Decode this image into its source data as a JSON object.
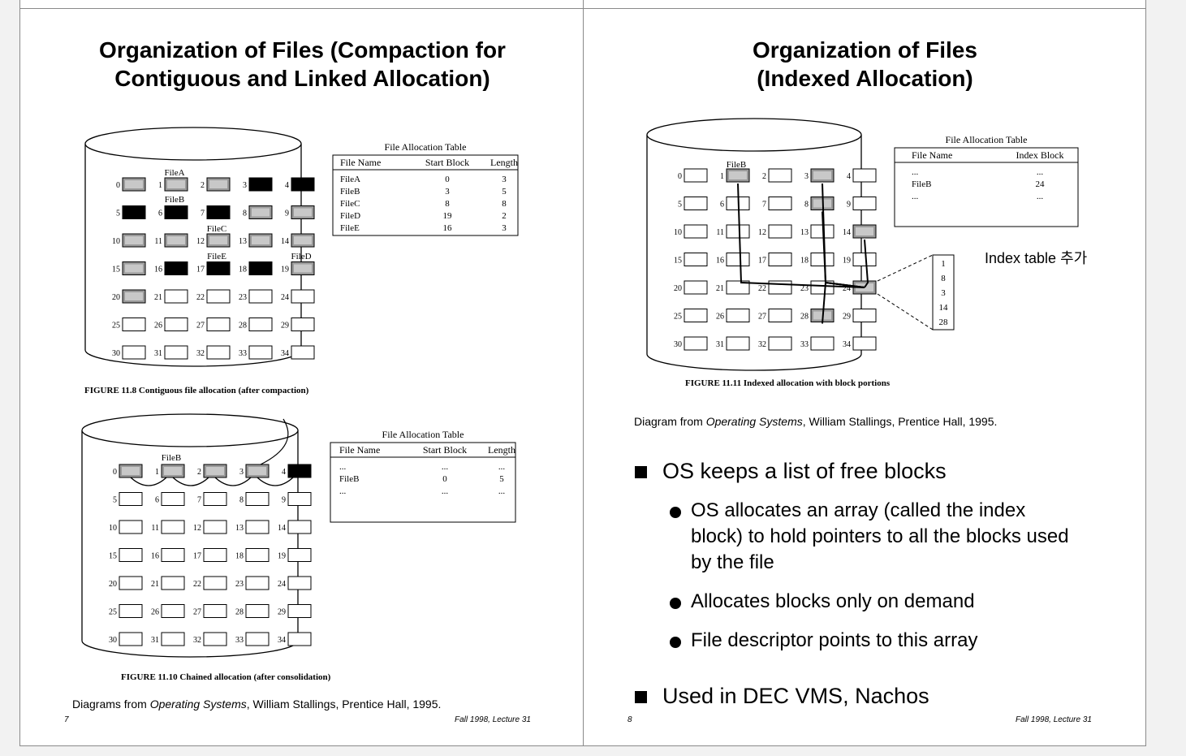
{
  "left_slide": {
    "title_line1": "Organization of Files (Compaction for",
    "title_line2": "Contiguous and Linked Allocation)",
    "fig1": {
      "caption": "FIGURE 11.8  Contiguous file allocation (after compaction)",
      "table_title": "File Allocation Table",
      "headers": [
        "File Name",
        "Start Block",
        "Length"
      ],
      "rows": [
        [
          "FileA",
          "0",
          "3"
        ],
        [
          "FileB",
          "3",
          "5"
        ],
        [
          "FileC",
          "8",
          "8"
        ],
        [
          "FileD",
          "19",
          "2"
        ],
        [
          "FileE",
          "16",
          "3"
        ]
      ],
      "labels": [
        "FileA",
        "FileB",
        "FileC",
        "FileE",
        "FileD"
      ]
    },
    "fig2": {
      "caption": "FIGURE 11.10  Chained allocation (after consolidation)",
      "table_title": "File Allocation Table",
      "headers": [
        "File Name",
        "Start Block",
        "Length"
      ],
      "rows": [
        [
          "...",
          "...",
          "..."
        ],
        [
          "FileB",
          "0",
          "5"
        ],
        [
          "...",
          "...",
          "..."
        ]
      ],
      "label": "FileB"
    },
    "credit_prefix": "Diagrams from ",
    "credit_book": "Operating Systems",
    "credit_suffix": ", William Stallings, Prentice Hall, 1995.",
    "page_number": "7",
    "footer": "Fall 1998, Lecture 31"
  },
  "right_slide": {
    "title_line1": "Organization of Files",
    "title_line2": "(Indexed Allocation)",
    "fig": {
      "caption": "FIGURE 11.11  Indexed allocation with block portions",
      "table_title": "File Allocation Table",
      "headers": [
        "File Name",
        "Index Block"
      ],
      "rows": [
        [
          "...",
          "..."
        ],
        [
          "FileB",
          "24"
        ],
        [
          "...",
          "..."
        ]
      ],
      "label": "FileB",
      "index_values": [
        "1",
        "8",
        "3",
        "14",
        "28"
      ]
    },
    "note": "Index table 추가",
    "credit_prefix": "Diagram from ",
    "credit_book": "Operating Systems",
    "credit_suffix": ", William Stallings, Prentice Hall, 1995.",
    "bullets": [
      "OS keeps a list of free blocks",
      "Used in DEC VMS, Nachos"
    ],
    "sub_bullets": [
      "OS allocates an array (called the index block) to hold pointers to all the blocks used by the file",
      "Allocates blocks only on demand",
      "File descriptor points to this array"
    ],
    "page_number": "8",
    "footer": "Fall 1998, Lecture 31"
  }
}
